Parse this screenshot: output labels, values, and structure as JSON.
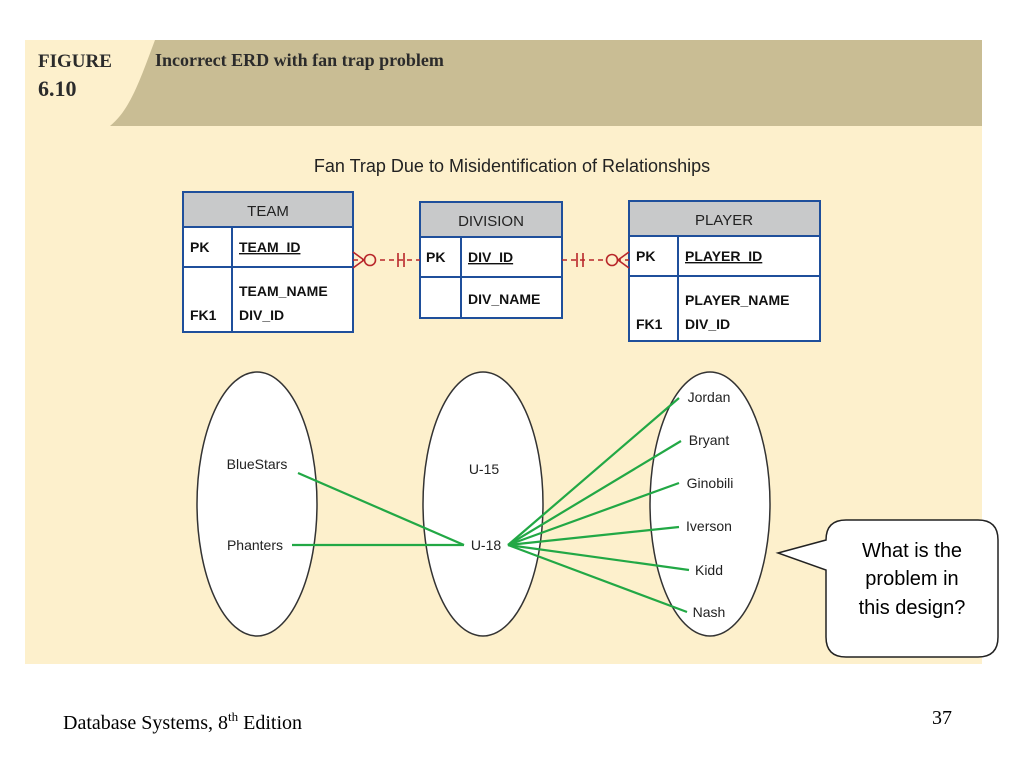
{
  "figure": {
    "label_line1": "FIGURE",
    "label_line2": "6.10",
    "title": "Incorrect ERD with fan trap problem"
  },
  "diagram": {
    "subtitle": "Fan Trap Due to Misidentification of Relationships",
    "entities": {
      "team": {
        "name": "TEAM",
        "pk_key": "PK",
        "pk_attr": "TEAM_ID",
        "fk_key": "FK1",
        "attr1": "TEAM_NAME",
        "attr2": "DIV_ID"
      },
      "division": {
        "name": "DIVISION",
        "pk_key": "PK",
        "pk_attr": "DIV_ID",
        "attr1": "DIV_NAME"
      },
      "player": {
        "name": "PLAYER",
        "pk_key": "PK",
        "pk_attr": "PLAYER_ID",
        "fk_key": "FK1",
        "attr1": "PLAYER_NAME",
        "attr2": "DIV_ID"
      }
    },
    "instances": {
      "teams": [
        "BlueStars",
        "Phanters"
      ],
      "divisions": [
        "U-15",
        "U-18"
      ],
      "players": [
        "Jordan",
        "Bryant",
        "Ginobili",
        "Iverson",
        "Kidd",
        "Nash"
      ]
    },
    "callout": [
      "What is the",
      "problem in",
      "this design?"
    ]
  },
  "colors": {
    "header_band": "#c9bd94",
    "panel_bg": "#fdf0cc",
    "entity_border": "#1f4f9b",
    "entity_header": "#c8c9ca",
    "relationship": "#b8262a",
    "link_line": "#22a845"
  },
  "footer": {
    "book_prefix": "Database Systems, 8",
    "book_sup": "th",
    "book_suffix": " Edition",
    "page_number": "37"
  }
}
